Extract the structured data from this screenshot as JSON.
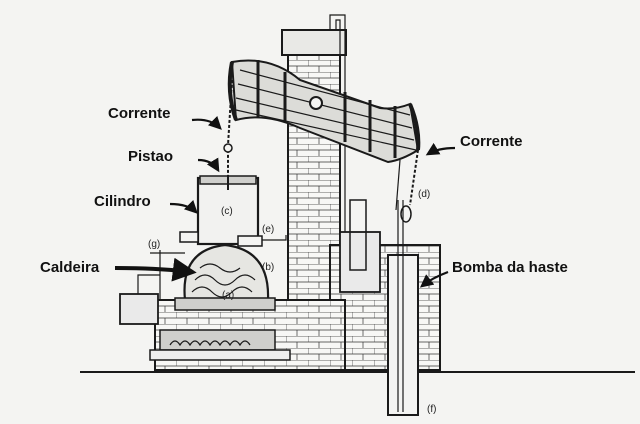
{
  "labels": {
    "corrente_left": "Corrente",
    "pistao": "Pistao",
    "cilindro": "Cilindro",
    "caldeira": "Caldeira",
    "corrente_right": "Corrente",
    "bomba_haste": "Bomba da haste"
  },
  "markers": {
    "a": "(a)",
    "b": "(b)",
    "c": "(c)",
    "d": "(d)",
    "e": "(e)",
    "f": "(f)",
    "g": "(g)"
  }
}
